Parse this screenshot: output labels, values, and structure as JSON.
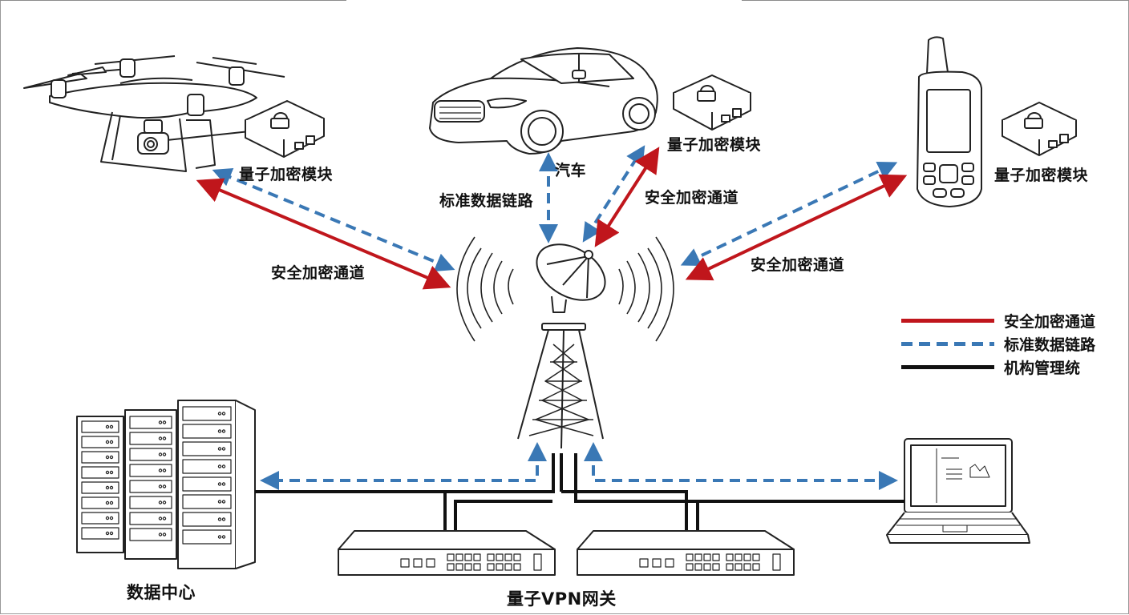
{
  "title": "量子加密通信网络示意图",
  "colors": {
    "secure_channel": "#c0161c",
    "standard_link": "#3a78b5",
    "management": "#111111",
    "outline": "#222222"
  },
  "devices": {
    "drone": {
      "name": "无人机",
      "module_label": "量子加密模块"
    },
    "car": {
      "label": "汽车",
      "module_label": "量子加密模块"
    },
    "handheld": {
      "name": "手持终端",
      "module_label": "量子加密模块"
    },
    "tower": {
      "name": "卫星天线基站"
    },
    "datacenter": {
      "label": "数据中心"
    },
    "gateway": {
      "label": "量子VPN网关"
    },
    "laptop": {
      "name": "管理终端"
    }
  },
  "link_labels": {
    "drone_secure": "安全加密通道",
    "car_standard": "标准数据链路",
    "car_secure": "安全加密通道",
    "handheld_secure": "安全加密通道"
  },
  "legend": [
    {
      "label": "安全加密通道",
      "style": "solid-red",
      "icon": "red-line-icon"
    },
    {
      "label": "标准数据链路",
      "style": "dashed-blue",
      "icon": "blue-dashed-line-icon"
    },
    {
      "label": "机构管理统",
      "style": "solid-black",
      "icon": "black-line-icon"
    }
  ]
}
